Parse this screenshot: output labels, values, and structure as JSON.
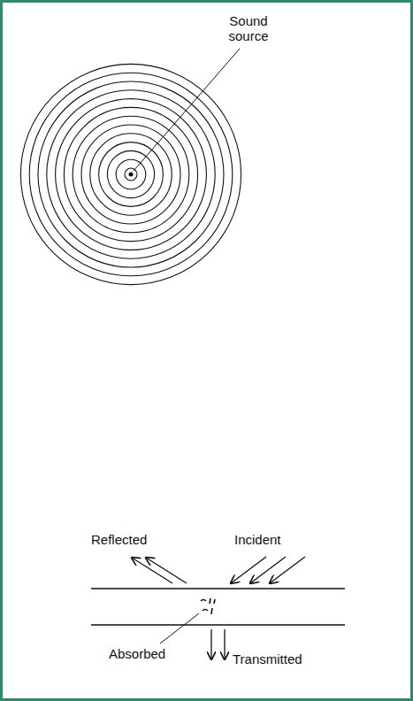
{
  "diagram": {
    "labels": [
      "Sound source",
      "Reflected",
      "Incident",
      "Absorbed",
      "Transmitted"
    ]
  }
}
